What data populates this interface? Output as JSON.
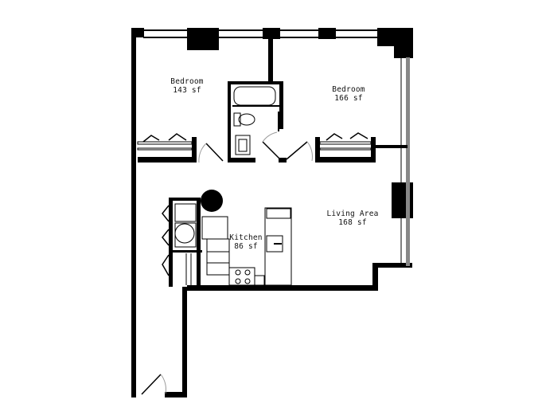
{
  "floor_plan": {
    "colors": {
      "wall": "#000000",
      "window": "#888888",
      "background": "#ffffff",
      "fixture_line": "#000000",
      "door_arc": "#9a9a9a"
    },
    "rooms": [
      {
        "id": "bedroom-1",
        "name": "Bedroom",
        "area": "143 sf"
      },
      {
        "id": "bedroom-2",
        "name": "Bedroom",
        "area": "166 sf"
      },
      {
        "id": "living-area",
        "name": "Living Area",
        "area": "168 sf"
      },
      {
        "id": "kitchen",
        "name": "Kitchen",
        "area": "86 sf"
      }
    ]
  }
}
